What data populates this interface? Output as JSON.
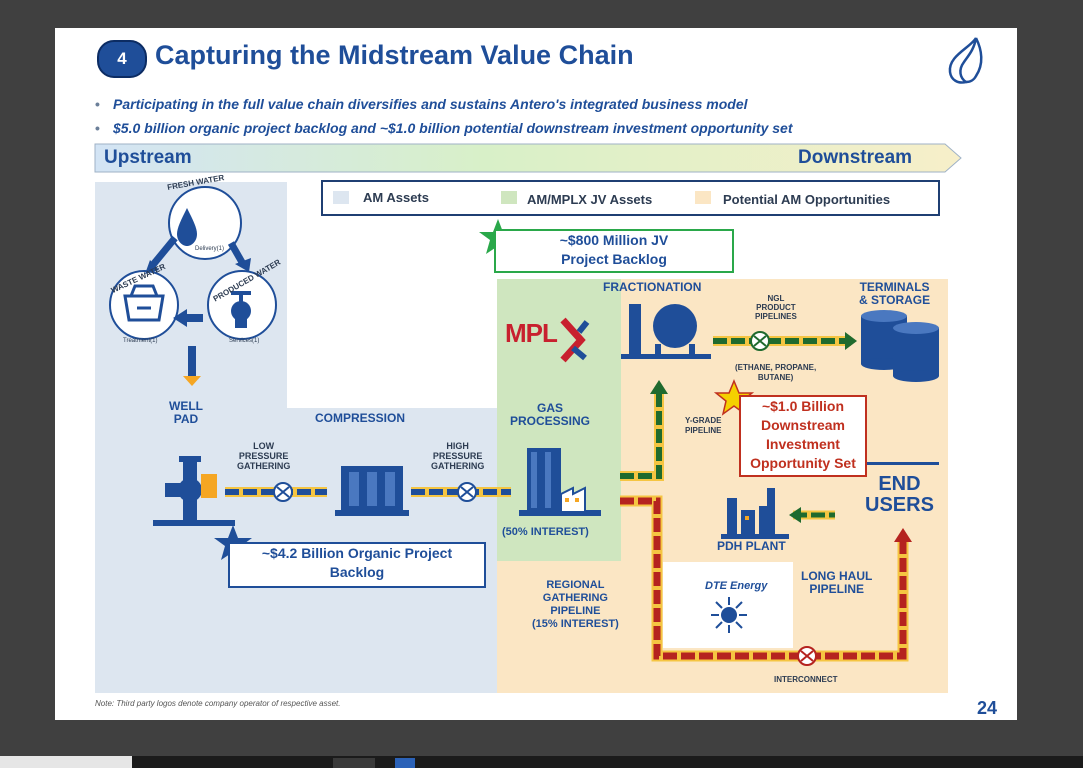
{
  "slide": {
    "number_badge": "4",
    "title": "Capturing the Midstream Value Chain",
    "page_number": "24",
    "note": "Note: Third party logos denote company operator of respective asset."
  },
  "bullets": [
    "Participating in the full value chain diversifies and sustains Antero's integrated business model",
    "$5.0 billion organic project backlog and ~$1.0 billion potential downstream investment opportunity set"
  ],
  "value_chain": {
    "upstream": "Upstream",
    "downstream": "Downstream"
  },
  "legend": {
    "am_assets": "AM Assets",
    "jv_assets": "AM/MPLX JV Assets",
    "potential": "Potential AM Opportunities"
  },
  "colors": {
    "navy": "#1f4e99",
    "am_assets": "#dde6f0",
    "jv_assets": "#cfe6bf",
    "potential": "#fbe6c4",
    "green_pipe": "#1f6a2e",
    "red_pipe": "#b5231f",
    "callout_green": "#2aa84a",
    "callout_red": "#c0301f"
  },
  "water_cycle": {
    "fresh_water": "FRESH WATER",
    "delivery": "Delivery(1)",
    "produced_water": "PRODUCED WATER",
    "services": "Services(1)",
    "waste_water": "WASTE WATER",
    "treatment": "Treatment(1)"
  },
  "labels": {
    "well_pad_1": "WELL",
    "well_pad_2": "PAD",
    "compression": "COMPRESSION",
    "low_pressure_1": "LOW",
    "low_pressure_2": "PRESSURE",
    "low_pressure_3": "GATHERING",
    "high_pressure_1": "HIGH",
    "high_pressure_2": "PRESSURE",
    "high_pressure_3": "GATHERING",
    "gas_processing_1": "GAS",
    "gas_processing_2": "PROCESSING",
    "interest_50": "(50% INTEREST)",
    "fractionation": "FRACTIONATION",
    "ngl_1": "NGL",
    "ngl_2": "PRODUCT",
    "ngl_3": "PIPELINES",
    "ethane_1": "(ETHANE, PROPANE,",
    "ethane_2": "BUTANE)",
    "terminals_1": "TERMINALS",
    "terminals_2": "& STORAGE",
    "ygrade_1": "Y-GRADE",
    "ygrade_2": "PIPELINE",
    "end_1": "END",
    "end_2": "USERS",
    "pdh_plant": "PDH PLANT",
    "regional_1": "REGIONAL",
    "regional_2": "GATHERING",
    "regional_3": "PIPELINE",
    "regional_4": "(15% INTEREST)",
    "long_haul_1": "LONG HAUL",
    "long_haul_2": "PIPELINE",
    "interconnect": "INTERCONNECT"
  },
  "logos": {
    "mplx": "MPLX",
    "dte": "DTE Energy"
  },
  "callouts": {
    "jv_1": "~$800 Million JV",
    "jv_2": "Project Backlog",
    "organic_1": "~$4.2 Billion Organic Project",
    "organic_2": "Backlog",
    "downstream_1": "~$1.0 Billion",
    "downstream_2": "Downstream",
    "downstream_3": "Investment",
    "downstream_4": "Opportunity Set"
  },
  "icons": [
    "water-drop-icon",
    "valve-icon",
    "treatment-tank-icon",
    "well-pad-icon",
    "compressor-icon",
    "processing-plant-icon",
    "fractionation-icon",
    "storage-tanks-icon",
    "pdh-plant-icon",
    "star-icon",
    "flame-logo-icon"
  ]
}
